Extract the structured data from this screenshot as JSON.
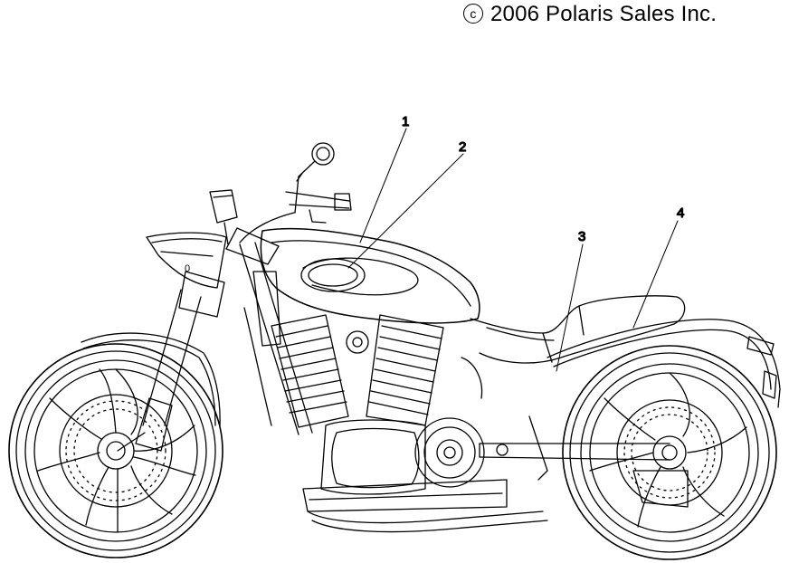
{
  "copyright": {
    "symbol": "c",
    "text": "2006 Polaris Sales Inc."
  },
  "callouts": [
    {
      "label": "1"
    },
    {
      "label": "2"
    },
    {
      "label": "3"
    },
    {
      "label": "4"
    }
  ],
  "colors": {
    "line": "#000000",
    "background": "#ffffff"
  }
}
